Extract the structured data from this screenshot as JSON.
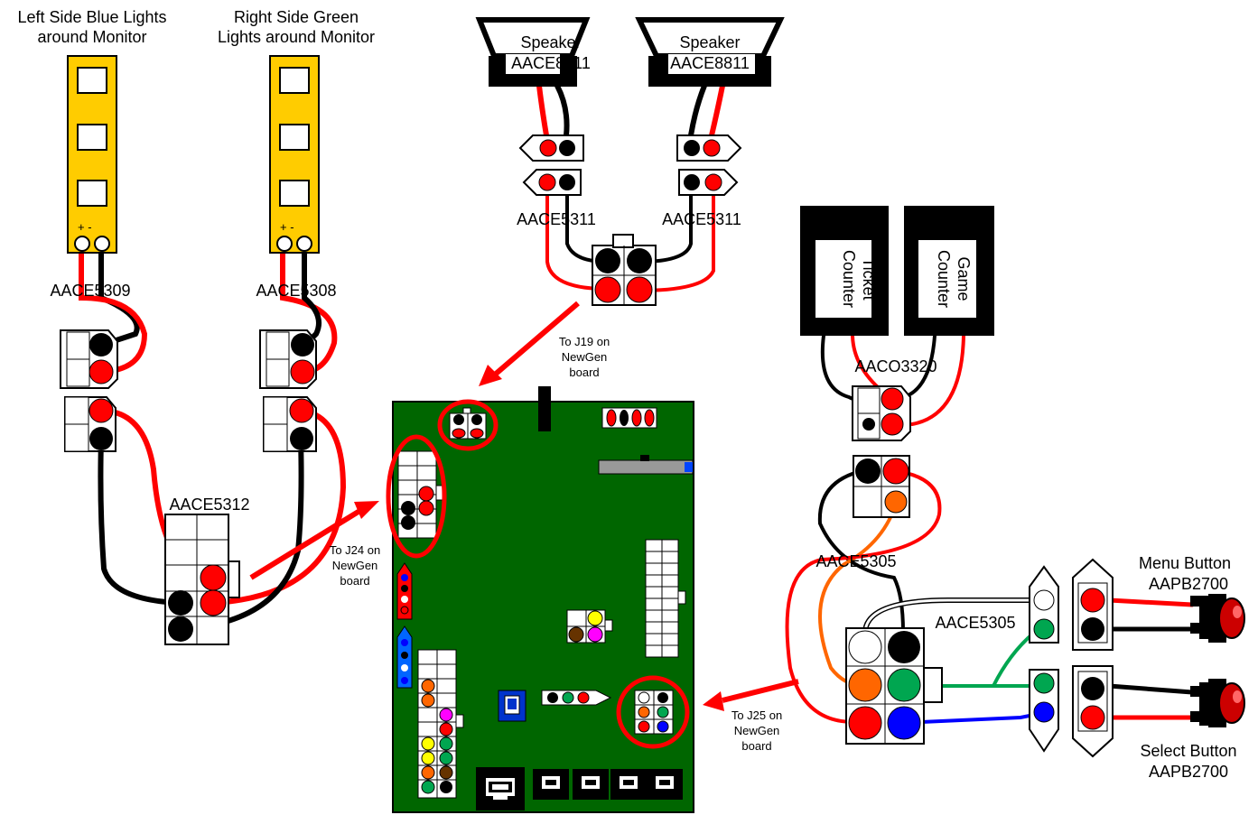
{
  "labels": {
    "left_lights_1": "Left Side Blue Lights",
    "left_lights_2": "around Monitor",
    "right_lights_1": "Right Side Green",
    "right_lights_2": "Lights around Monitor",
    "plus_minus_left": "+ -",
    "plus_minus_right": "+ -",
    "aace5309": "AACE5309",
    "aace5308": "AACE5308",
    "aace5312": "AACE5312",
    "speaker_left_1": "Speaker",
    "speaker_left_2": "AACE8811",
    "speaker_right_1": "Speaker",
    "speaker_right_2": "AACE8811",
    "aace5311_left": "AACE5311",
    "aace5311_right": "AACE5311",
    "to_j19_1": "To J19 on",
    "to_j19_2": "NewGen",
    "to_j19_3": "board",
    "to_j24_1": "To J24 on",
    "to_j24_2": "NewGen",
    "to_j24_3": "board",
    "to_j25_1": "To J25 on",
    "to_j25_2": "NewGen",
    "to_j25_3": "board",
    "ticket_1": "Ticket",
    "ticket_2": "Counter",
    "game_1": "Game",
    "game_2": "Counter",
    "aaco3320": "AACO3320",
    "aace5305_top": "AACE5305",
    "aace5305_bottom": "AACE5305",
    "menu_1": "Menu Button",
    "menu_2": "AAPB2700",
    "select_1": "Select Button",
    "select_2": "AAPB2700"
  },
  "colors": {
    "wire_red": "#ff0000",
    "wire_black": "#000000",
    "wire_orange": "#ff6600",
    "wire_green": "#00a650",
    "wire_blue": "#0000ff",
    "board_green": "#006600",
    "light_strip": "#ffcc00"
  }
}
